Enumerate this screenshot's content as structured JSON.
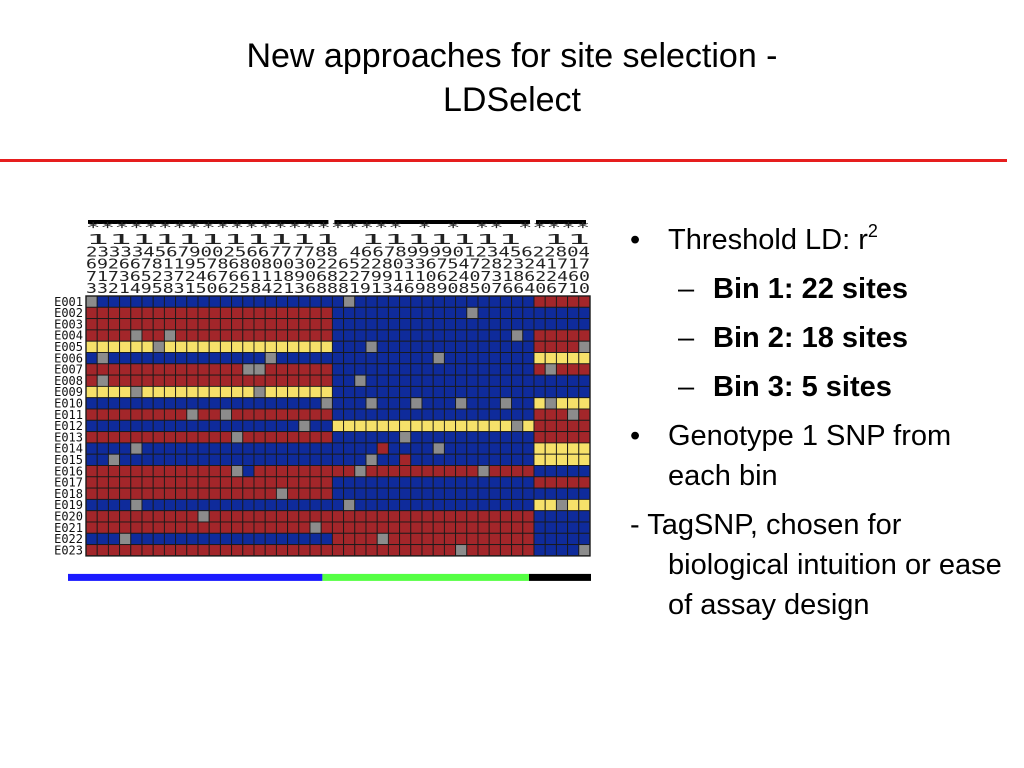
{
  "slide": {
    "title_line1": "New approaches for site selection -",
    "title_line2": "LDSelect"
  },
  "bullets": {
    "b1_text": "Threshold LD: r",
    "b1_sup": "2",
    "bin1": "Bin 1: 22 sites",
    "bin2": "Bin 2: 18 sites",
    "bin3": "Bin 3: 5 sites",
    "b2": "Genotype 1 SNP from each bin",
    "b3": "- TagSNP, chosen for biological intuition or ease of assay design",
    "bullet_mark": "•",
    "dash_mark": "–"
  },
  "figure": {
    "row_labels": [
      "E001",
      "E002",
      "E003",
      "E004",
      "E005",
      "E006",
      "E007",
      "E008",
      "E009",
      "E010",
      "E011",
      "E012",
      "E013",
      "E014",
      "E015",
      "E016",
      "E017",
      "E018",
      "E019",
      "E020",
      "E021",
      "E022",
      "E023"
    ],
    "tag_stars": "********************** * * ** *****",
    "position_rows": [
      "                      11111111111          1111111   11",
      "   2333345679002566777788  466789999012345622804",
      " 6926678119578680800302265228033675472823241717",
      " 7173652372467661118906822799111062407318622460",
      " 3321495831506258421368881913469890850766406710"
    ],
    "bins": [
      {
        "label": "Bin 1",
        "sites": 22,
        "color": "#1a1aff"
      },
      {
        "label": "Bin 2",
        "sites": 18,
        "color": "#55ff44"
      },
      {
        "label": "Bin 3",
        "sites": 5,
        "color": "#000000"
      }
    ],
    "colors": {
      "red": "#a3262a",
      "blue": "#0f2b9b",
      "yellow": "#f6e16a",
      "gray": "#8c8c8c",
      "grid": "#1a1a1a"
    }
  }
}
